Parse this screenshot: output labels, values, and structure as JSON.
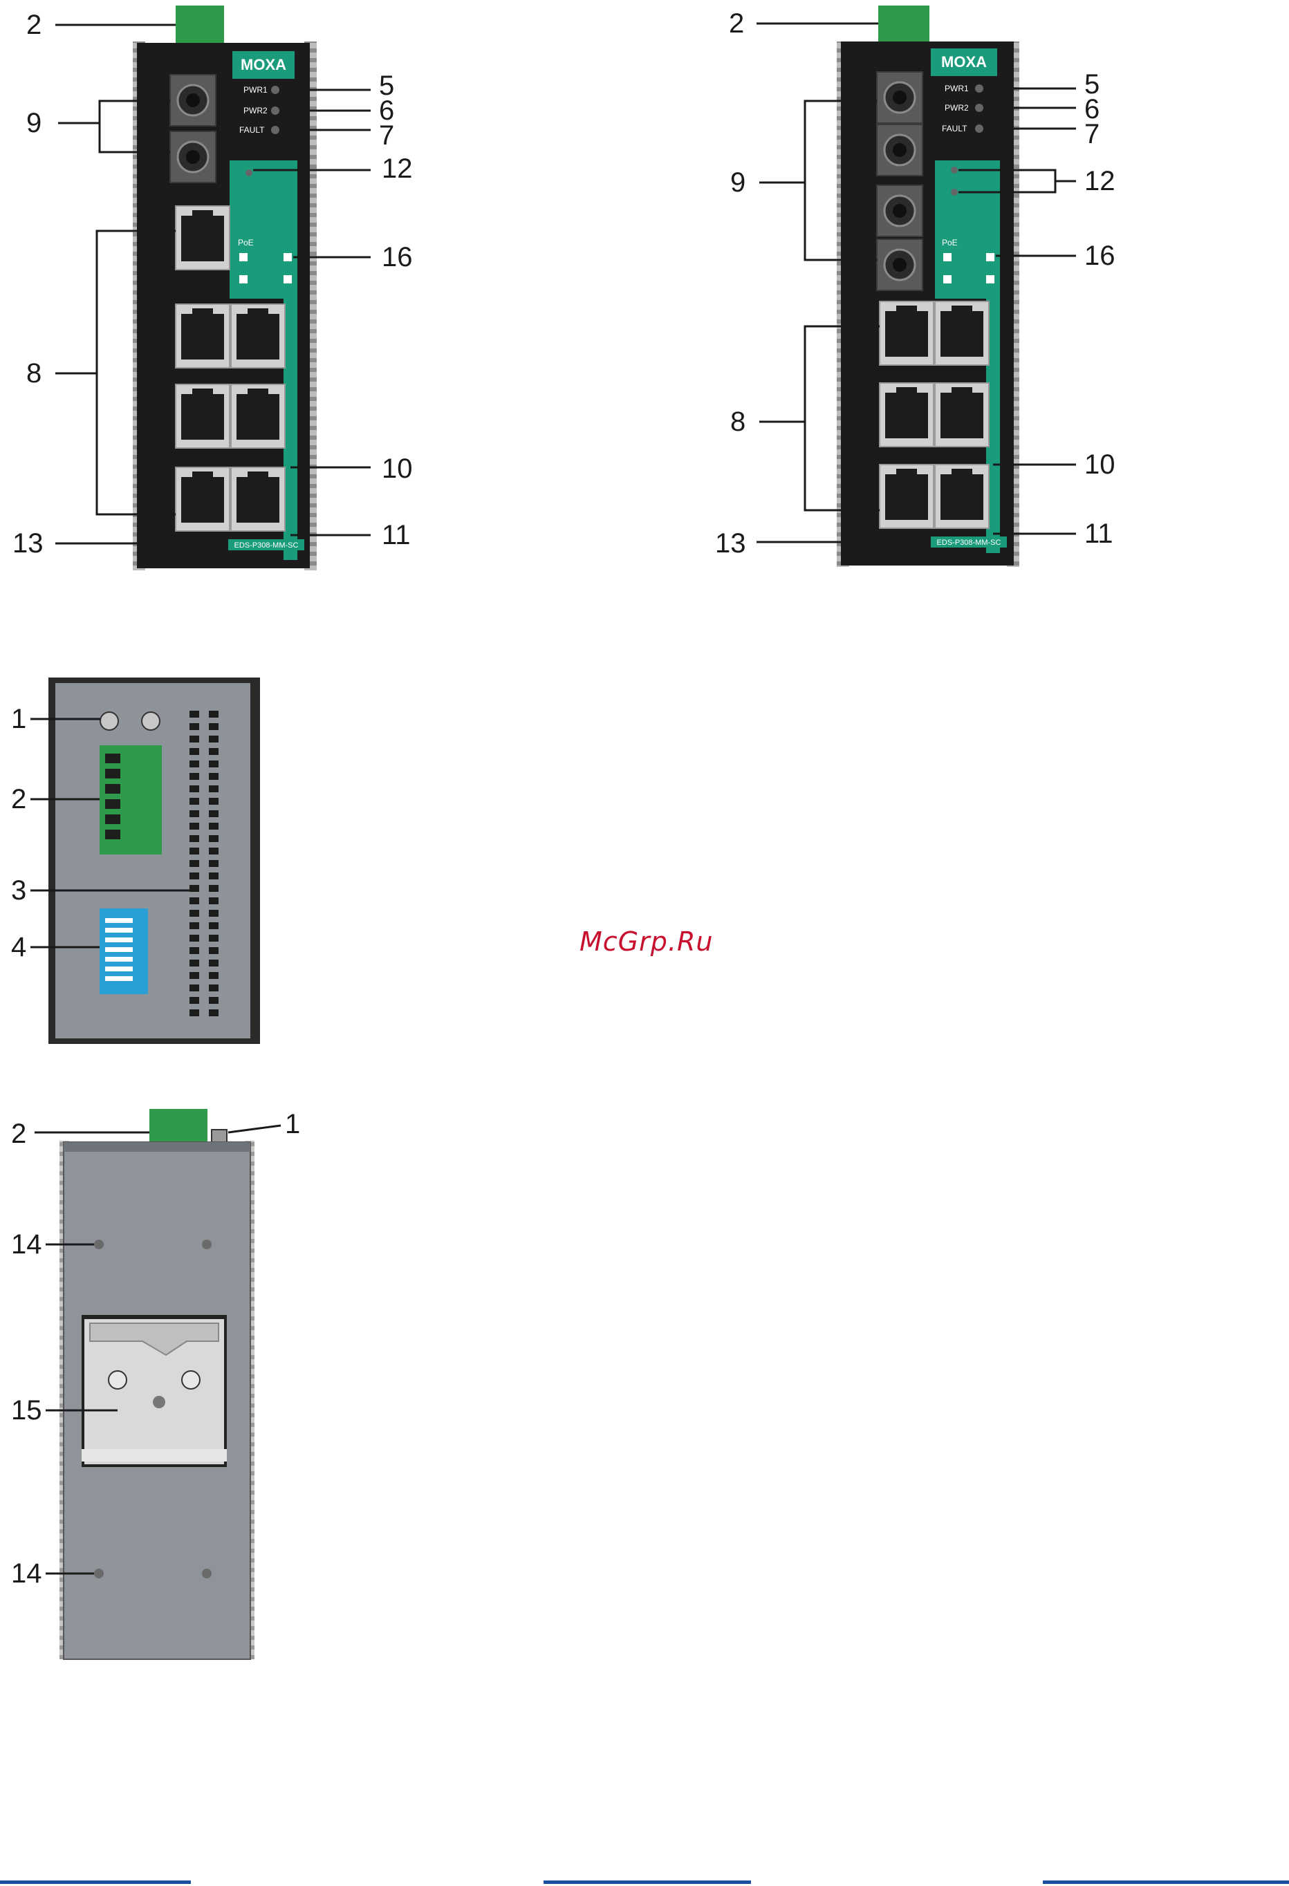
{
  "brand": {
    "logo_text": "MOXA",
    "accent": "#1a9b7c",
    "logo_bg": "#1a9b7c",
    "terminal_green": "#2e9a4a",
    "dip_blue": "#2a9fd6"
  },
  "front_view_1": {
    "led_labels": [
      "PWR1",
      "PWR2",
      "FAULT"
    ],
    "poe_label": "PoE",
    "model_label": "EDS-P308-MM-SC",
    "callouts": {
      "c2": "2",
      "c5": "5",
      "c6": "6",
      "c7": "7",
      "c9": "9",
      "c12": "12",
      "c16": "16",
      "c8": "8",
      "c10": "10",
      "c11": "11",
      "c13": "13"
    }
  },
  "front_view_2": {
    "led_labels": [
      "PWR1",
      "PWR2",
      "FAULT"
    ],
    "poe_label": "PoE",
    "model_label": "EDS-P308-MM-SC",
    "callouts": {
      "c2": "2",
      "c5": "5",
      "c6": "6",
      "c7": "7",
      "c9": "9",
      "c12": "12",
      "c16": "16",
      "c8": "8",
      "c10": "10",
      "c11": "11",
      "c13": "13"
    }
  },
  "top_view": {
    "callouts": {
      "c1": "1",
      "c2": "2",
      "c3": "3",
      "c4": "4"
    }
  },
  "rear_view": {
    "callouts": {
      "c2": "2",
      "c1": "1",
      "c14a": "14",
      "c15": "15",
      "c14b": "14"
    }
  },
  "watermark": "McGrp.Ru"
}
